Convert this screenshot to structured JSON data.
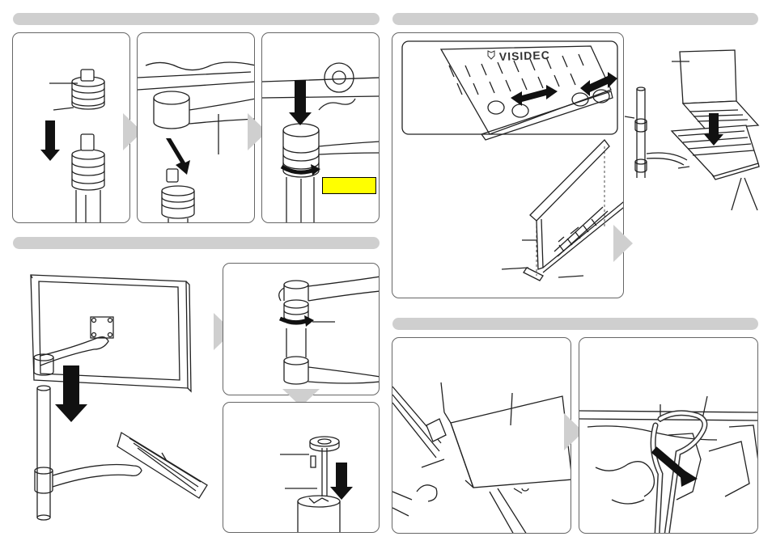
{
  "logo": {
    "brand": "VISIDEC",
    "icon": "shield-logo-icon"
  },
  "sticker": {
    "label": "",
    "color": "#ffff00"
  },
  "colors": {
    "section_bar": "#cfcfcf",
    "panel_border": "#666666",
    "line": "#222222"
  },
  "sections": [
    {
      "id": "step-pole-mount",
      "title": ""
    },
    {
      "id": "step-monitor-mount",
      "title": ""
    },
    {
      "id": "step-laptop-tray",
      "title": ""
    },
    {
      "id": "step-cable-management",
      "title": ""
    }
  ],
  "icons": [
    "down-arrow-icon",
    "rotate-arrow-icon",
    "double-arrow-icon",
    "chevron-right-icon",
    "chevron-down-icon"
  ]
}
